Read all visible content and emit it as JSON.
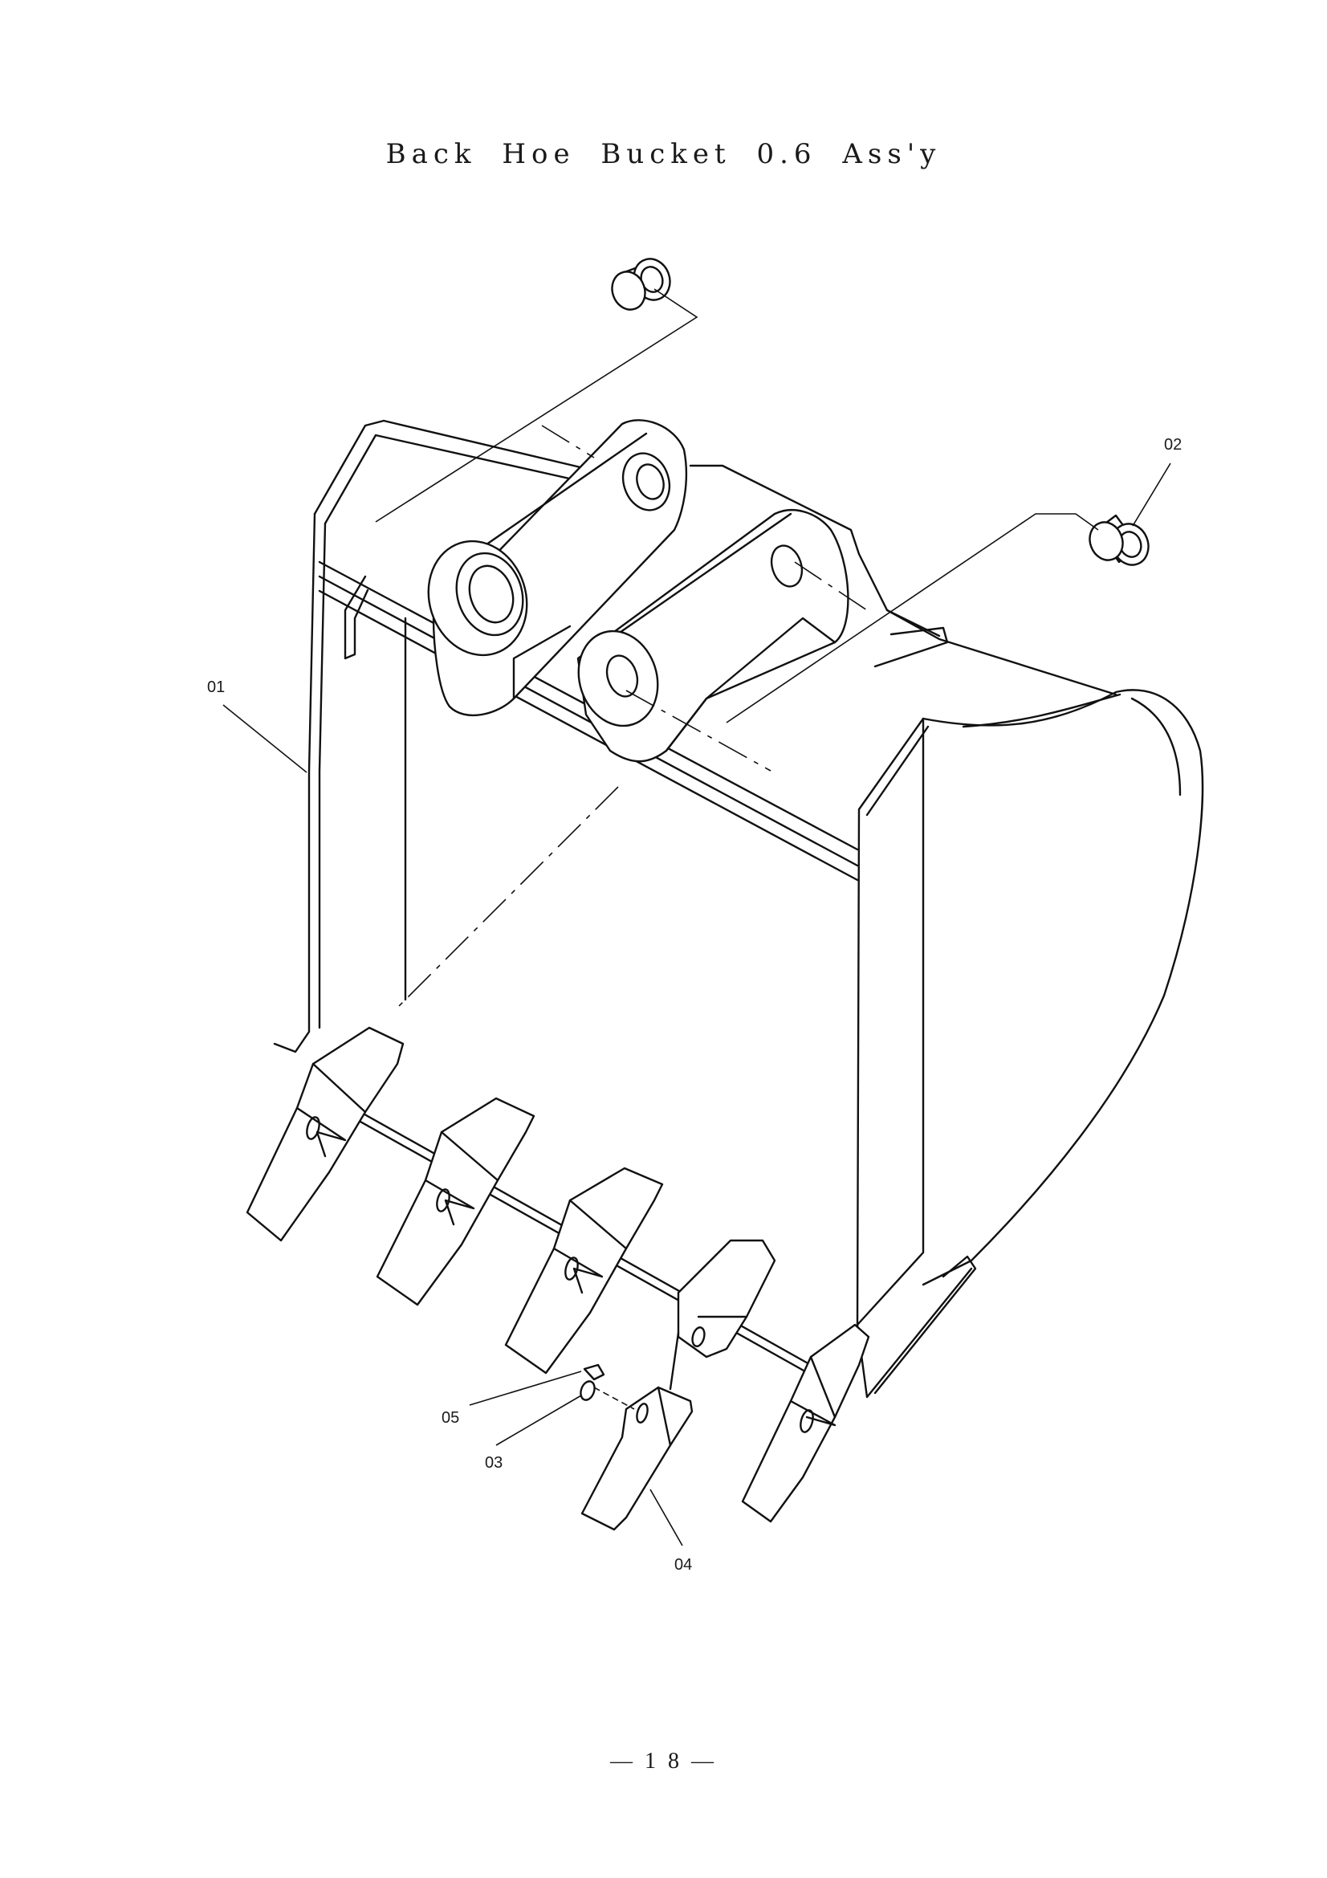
{
  "title": "Back Hoe Bucket 0.6 Ass'y",
  "callouts": {
    "part_01": "01",
    "part_02": "02",
    "part_03": "03",
    "part_04": "04",
    "part_05": "05"
  },
  "page_number": "— 1 8 —"
}
